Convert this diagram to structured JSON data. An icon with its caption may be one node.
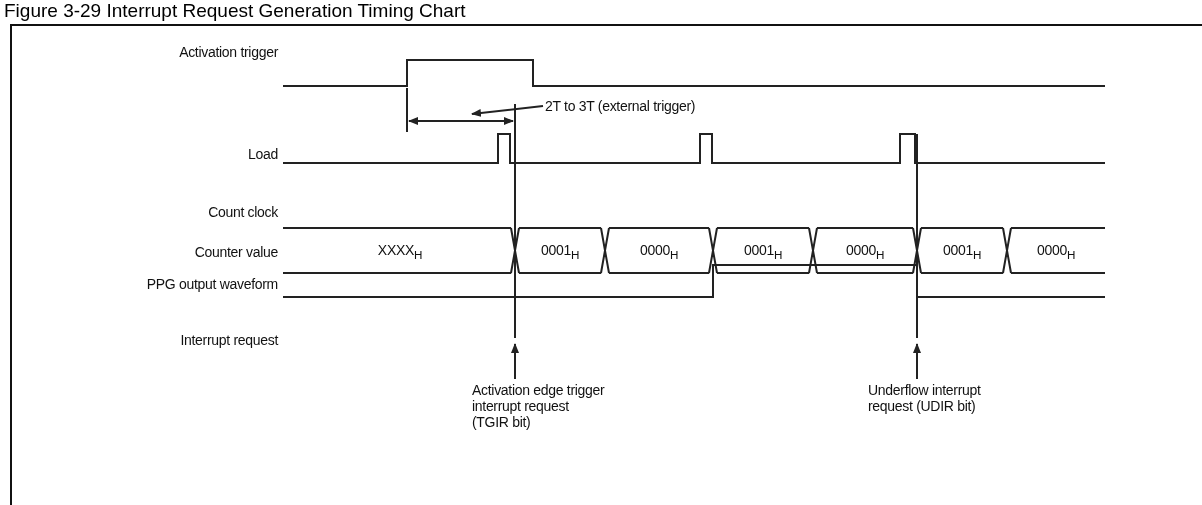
{
  "diagram": {
    "title": "Figure 3-29 Interrupt Request Generation Timing Chart",
    "nodes": [
      {
        "text": [
          "2T to 3T (external trigger)"
        ]
      },
      {
        "text": [
          "Activation edge trigger interrupt request (TGIR bit)"
        ]
      },
      {
        "text": [
          "Underflow interrupt request (UDIR bit)"
        ]
      }
    ],
    "edges": [
      {
        "from": 0,
        "to": null,
        "arrow": "to"
      },
      {
        "from": 1,
        "to": null,
        "arrow": "to"
      },
      {
        "from": 2,
        "to": null,
        "arrow": "to"
      }
    ],
    "labels": [
      "Activation trigger",
      "Load",
      "Count clock",
      "Counter value",
      "XXXX$_{H}$",
      "0001$_{H}$",
      "0000$_{H}$",
      "0001$_{H}$",
      "0000$_{H}$",
      "0001$_{H}$",
      "0000$_{H}$",
      "PPG output waveform",
      "Interrupt request"
    ]
  }
}
